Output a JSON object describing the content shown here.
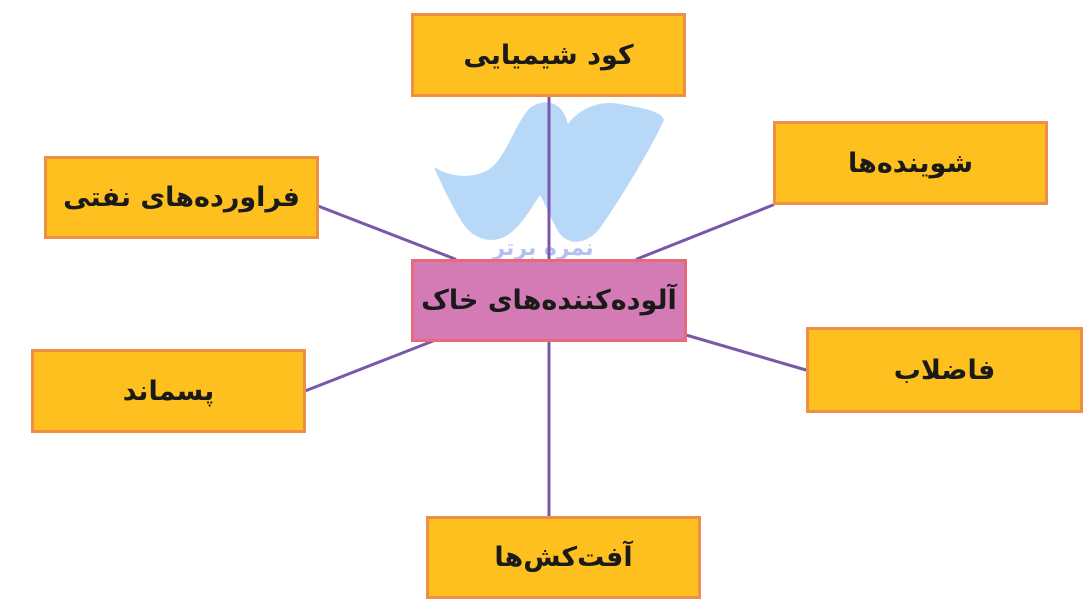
{
  "diagram": {
    "type": "mind-map",
    "center": {
      "label": "آلوده‌کننده‌های خاک",
      "fill": "#d47bb6",
      "border": "#e86a7a"
    },
    "branches": [
      {
        "id": "top",
        "label": "کود شیمیایی"
      },
      {
        "id": "left-top",
        "label": "فراورده‌های نفتی"
      },
      {
        "id": "right-top",
        "label": "شوینده‌ها"
      },
      {
        "id": "left-bottom",
        "label": "پسماند"
      },
      {
        "id": "right-bottom",
        "label": "فاضلاب"
      },
      {
        "id": "bottom",
        "label": "آفت‌کش‌ها"
      }
    ],
    "branch_style": {
      "fill": "#fec01e",
      "border": "#ee8f45"
    },
    "connector_color": "#7a57a8"
  },
  "watermark": {
    "text": "نمره برتر",
    "logo_color": "#b3d7f7",
    "text_color": "#a9b6ee"
  }
}
